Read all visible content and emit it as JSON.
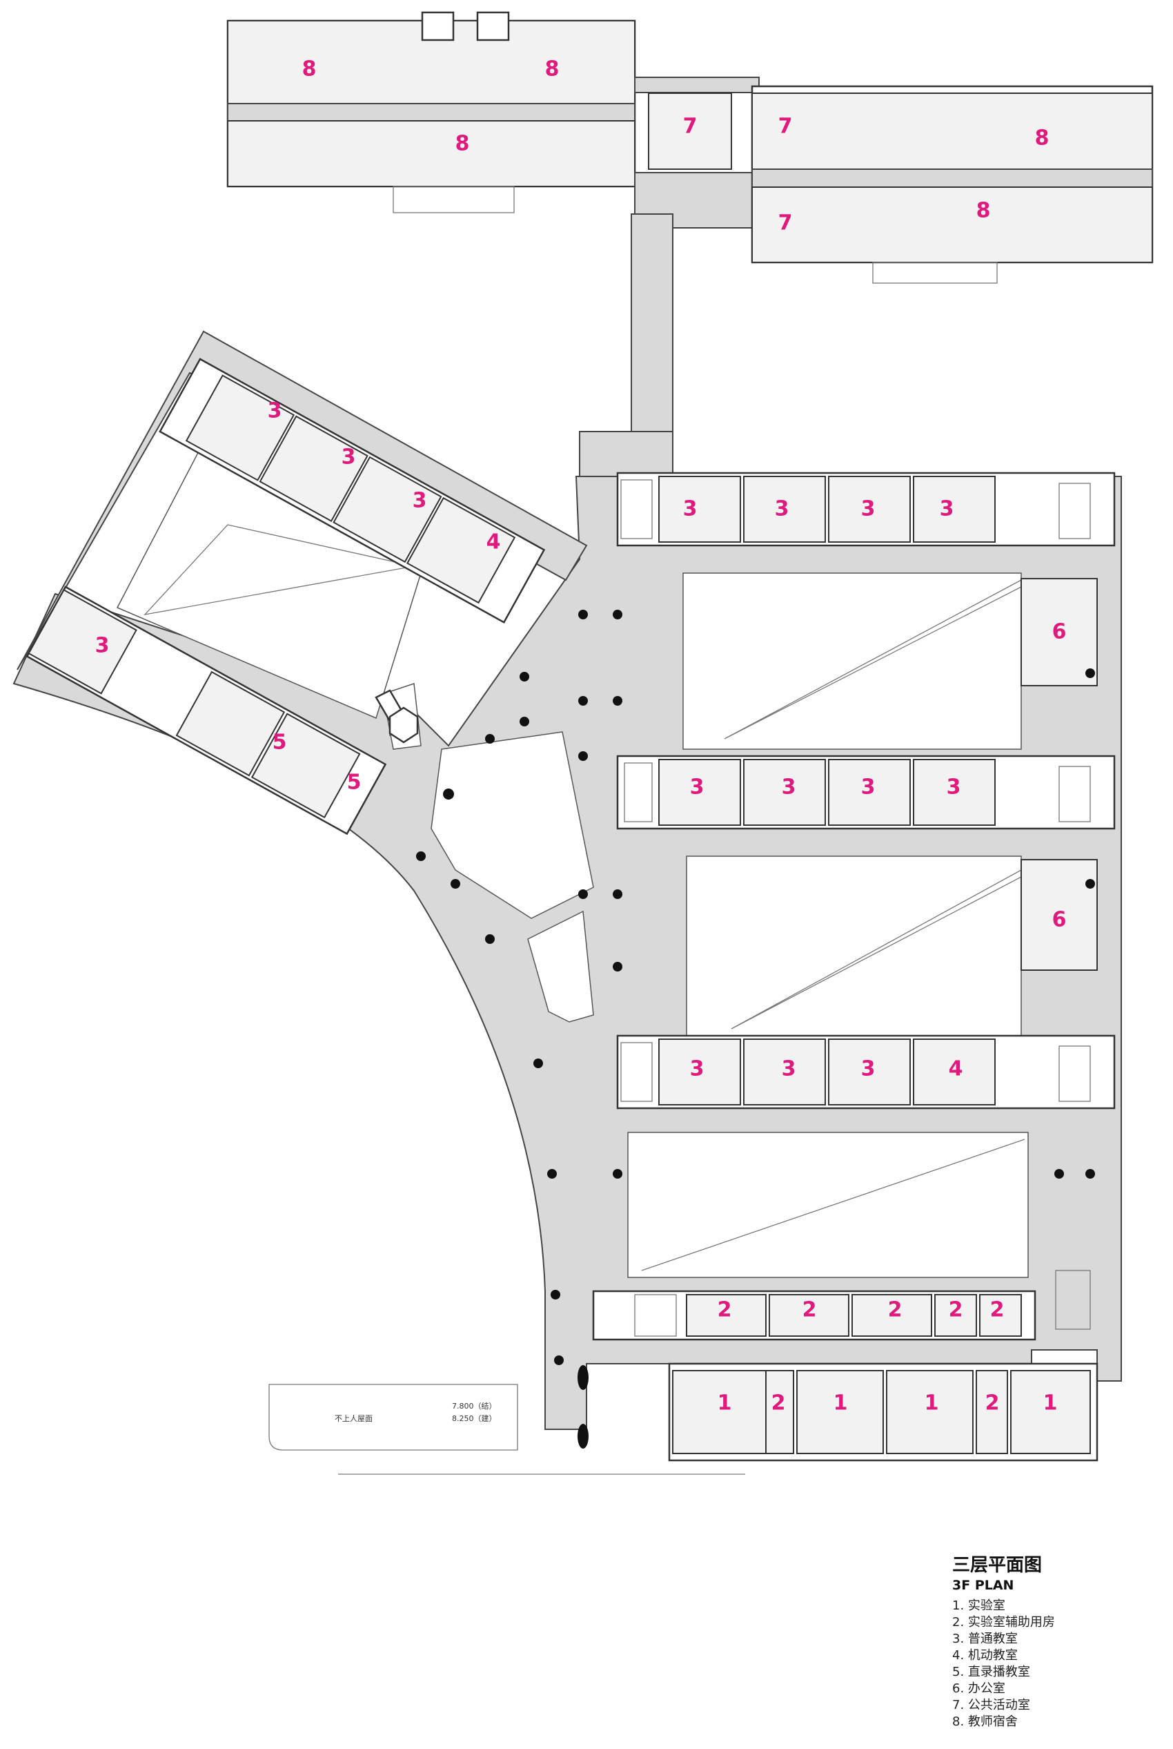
{
  "plan_title_cn": "三层平面图",
  "plan_title_en": "3F PLAN",
  "legend": [
    "1. 实验室",
    "2. 实验室辅助用房",
    "3. 普通教室",
    "4. 机动教室",
    "5. 直录播教室",
    "6. 办公室",
    "7. 公共活动室",
    "8. 教师宿舍"
  ],
  "annotations": {
    "roof_note": "不上人屋面",
    "level_1": "7.800（结）",
    "level_2": "8.250（建）"
  },
  "room_labels": {
    "dorm_a": "8",
    "dorm_b": "8",
    "dorm_c": "8",
    "dorm_d": "8",
    "dorm_e": "8",
    "act_a": "7",
    "act_b": "7",
    "act_c": "7",
    "w_c1": "3",
    "w_c2": "3",
    "w_c3": "3",
    "w_c4": "4",
    "w_c5": "3",
    "w_c6": "5",
    "w_c7": "5",
    "r1_a": "3",
    "r1_b": "3",
    "r1_c": "3",
    "r1_d": "3",
    "off_a": "6",
    "r2_a": "3",
    "r2_b": "3",
    "r2_c": "3",
    "r2_d": "3",
    "off_b": "6",
    "r3_a": "3",
    "r3_b": "3",
    "r3_c": "3",
    "r3_d": "4",
    "r4_a": "2",
    "r4_b": "2",
    "r4_c": "2",
    "r4_d": "2",
    "r4_e": "2",
    "lab_a": "1",
    "lab_aux_a": "2",
    "lab_b": "1",
    "lab_c": "1",
    "lab_aux_b": "2",
    "lab_d": "1"
  }
}
